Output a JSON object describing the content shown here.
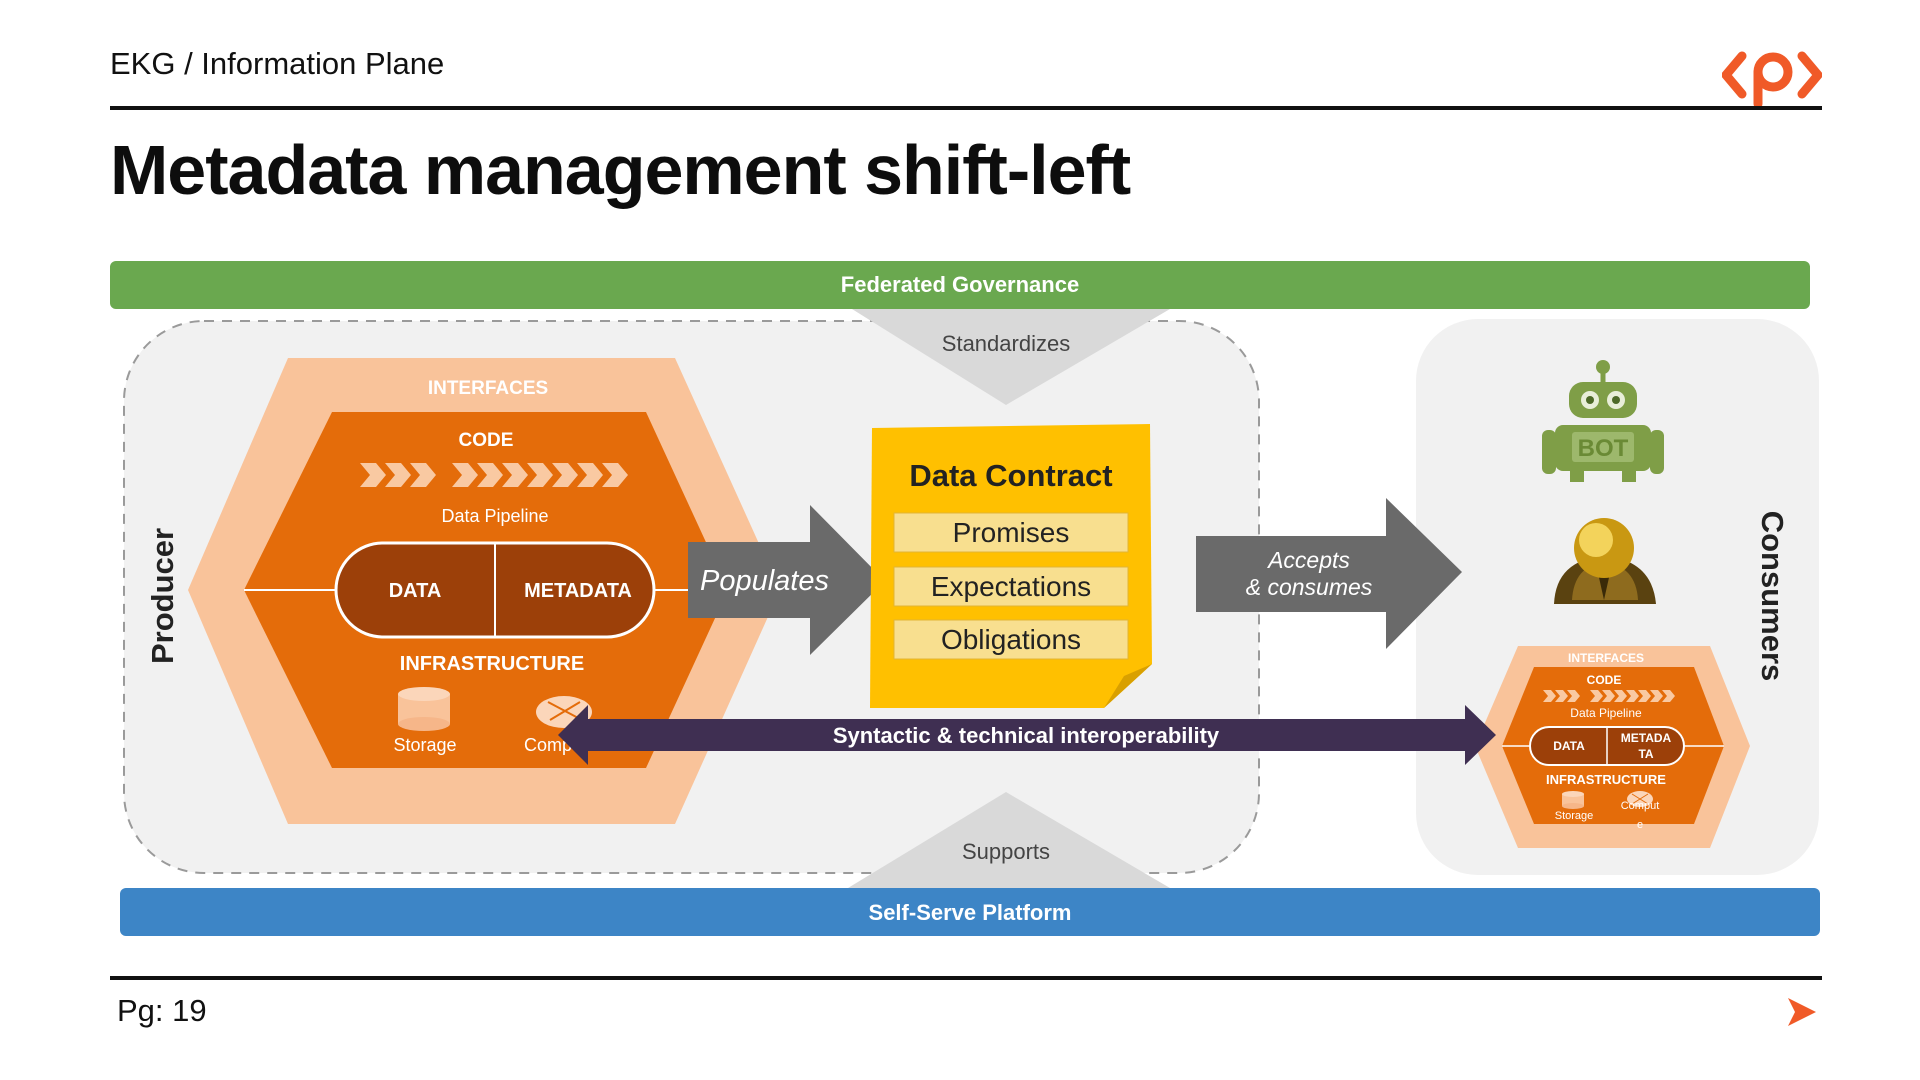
{
  "header": {
    "breadcrumb": "EKG / Information Plane",
    "logo_glyph": "⟨p⟩"
  },
  "title": "Metadata management shift-left",
  "diagram": {
    "governance": "Federated Governance",
    "platform": "Self-Serve Platform",
    "standardizes": "Standardizes",
    "supports": "Supports",
    "producer": "Producer",
    "consumers": "Consumers",
    "populates": "Populates",
    "accepts_line1": "Accepts",
    "accepts_line2": "& consumes",
    "interoperability": "Syntactic & technical interoperability",
    "data_product": {
      "interfaces": "INTERFACES",
      "code": "CODE",
      "pipeline": "Data Pipeline",
      "data": "DATA",
      "metadata": "METADATA",
      "infrastructure": "INFRASTRUCTURE",
      "storage": "Storage",
      "compute": "Comp"
    },
    "consumer_product": {
      "interfaces": "INTERFACES",
      "code": "CODE",
      "pipeline": "Data Pipeline",
      "data": "DATA",
      "metadata_l1": "METADA",
      "metadata_l2": "TA",
      "infrastructure": "INFRASTRUCTURE",
      "storage": "Storage",
      "compute_l1": "Comput",
      "compute_l2": "e"
    },
    "contract": {
      "title": "Data Contract",
      "items": [
        "Promises",
        "Expectations",
        "Obligations"
      ]
    },
    "bot_label": "BOT"
  },
  "footer": {
    "page": "Pg: 19"
  },
  "colors": {
    "accent": "#F05A28",
    "governance": "#6AA84F",
    "platform": "#3D85C6",
    "hex_outer": "#F9C39A",
    "hex_inner": "#E46C0A",
    "capsule": "#9C4009",
    "contract": "#FFC000",
    "contract_item": "#F8DF8F",
    "arrow_gray": "#6A6A6A",
    "interop": "#3F2F52",
    "bot": "#7F9E47"
  }
}
